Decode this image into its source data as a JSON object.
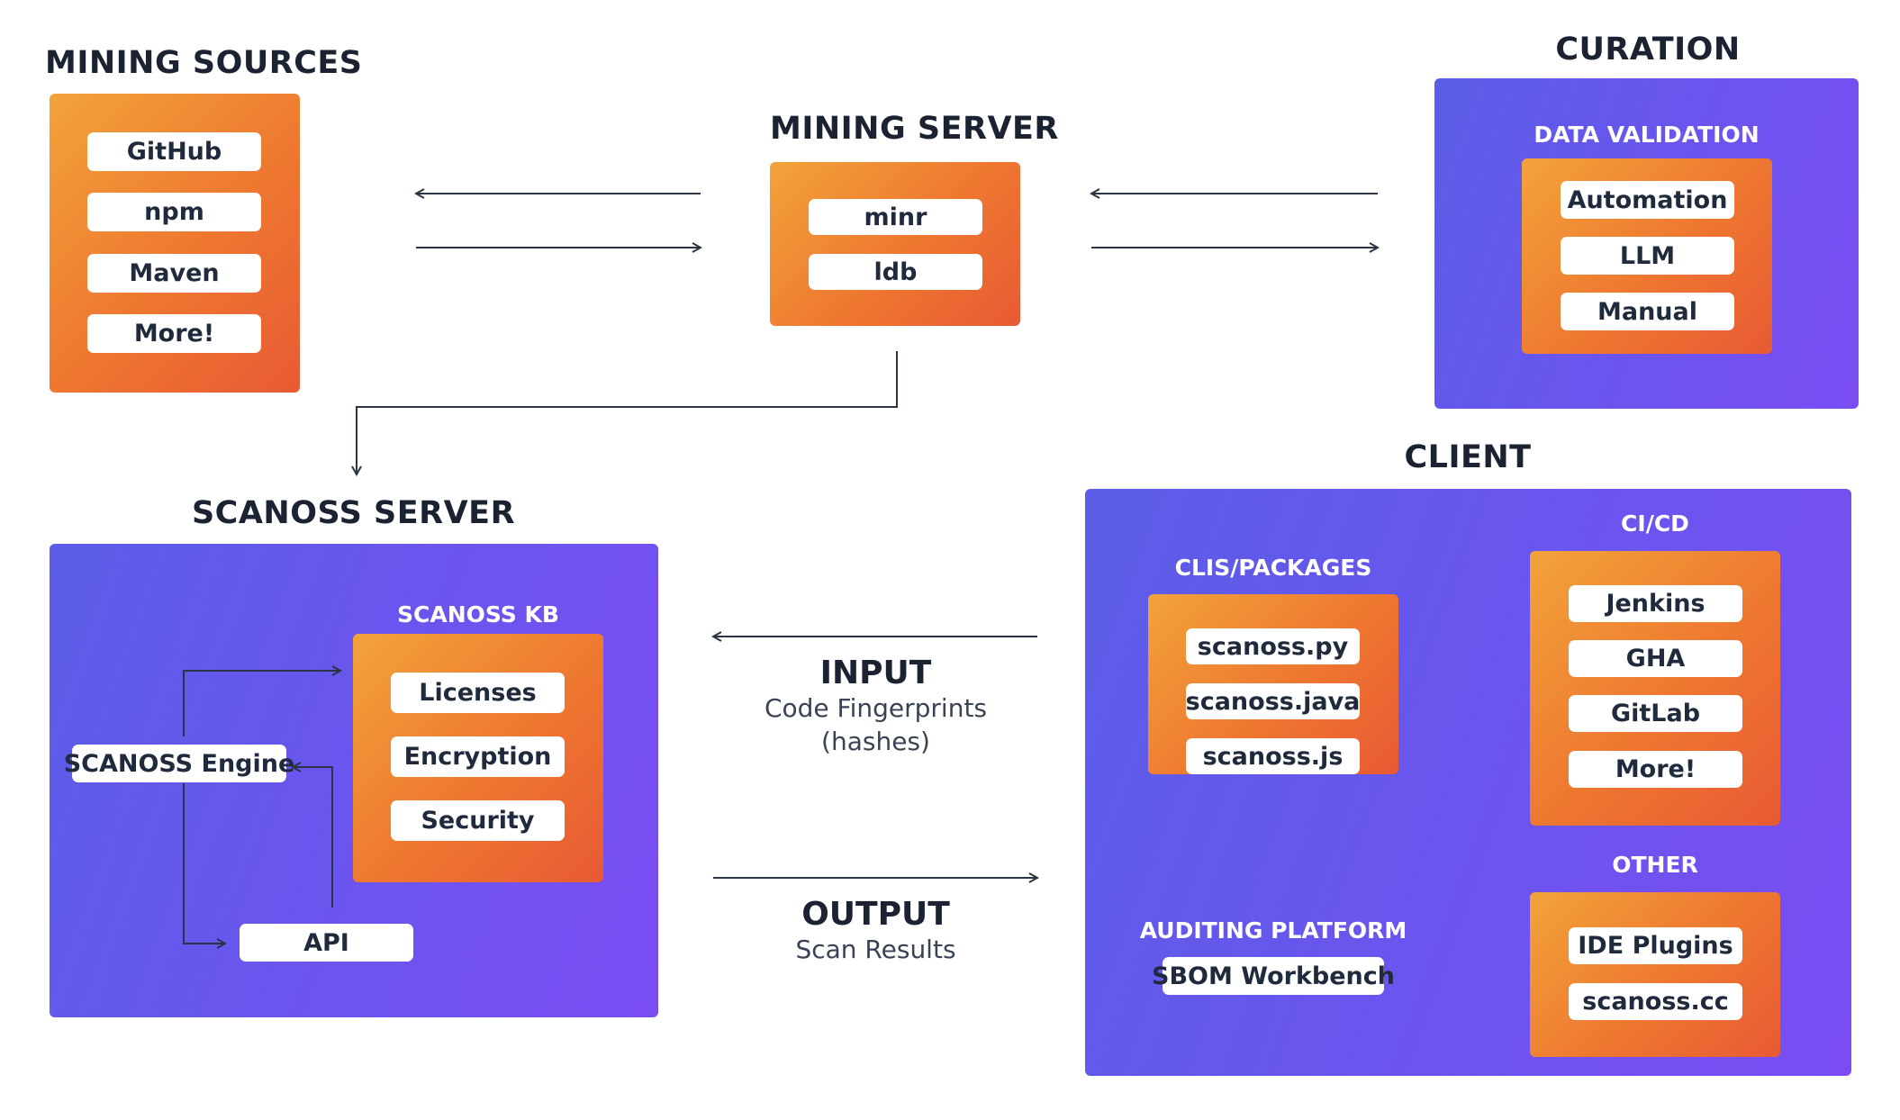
{
  "mining_sources": {
    "title": "MINING SOURCES",
    "items": [
      "GitHub",
      "npm",
      "Maven",
      "More!"
    ]
  },
  "mining_server": {
    "title": "MINING SERVER",
    "items": [
      "minr",
      "ldb"
    ]
  },
  "curation": {
    "title": "CURATION",
    "data_validation": {
      "title": "DATA VALIDATION",
      "items": [
        "Automation",
        "LLM",
        "Manual"
      ]
    }
  },
  "scanoss_server": {
    "title": "SCANOSS SERVER",
    "kb": {
      "title": "SCANOSS KB",
      "items": [
        "Licenses",
        "Encryption",
        "Security"
      ]
    },
    "engine": "SCANOSS Engine",
    "api": "API"
  },
  "flows": {
    "input": {
      "title": "INPUT",
      "line1": "Code Fingerprints",
      "line2": "(hashes)"
    },
    "output": {
      "title": "OUTPUT",
      "line1": "Scan Results"
    }
  },
  "client": {
    "title": "CLIENT",
    "clis": {
      "title": "CLIS/PACKAGES",
      "items": [
        "scanoss.py",
        "scanoss.java",
        "scanoss.js"
      ]
    },
    "cicd": {
      "title": "CI/CD",
      "items": [
        "Jenkins",
        "GHA",
        "GitLab",
        "More!"
      ]
    },
    "auditing": {
      "title": "AUDITING PLATFORM",
      "item": "SBOM Workbench"
    },
    "other": {
      "title": "OTHER",
      "items": [
        "IDE Plugins",
        "scanoss.cc"
      ]
    }
  },
  "colors": {
    "orange_start": "#f2a33a",
    "orange_end": "#e85a34",
    "purple_start": "#5b5de6",
    "purple_end": "#7a4df2",
    "arrow": "#2b3345"
  }
}
